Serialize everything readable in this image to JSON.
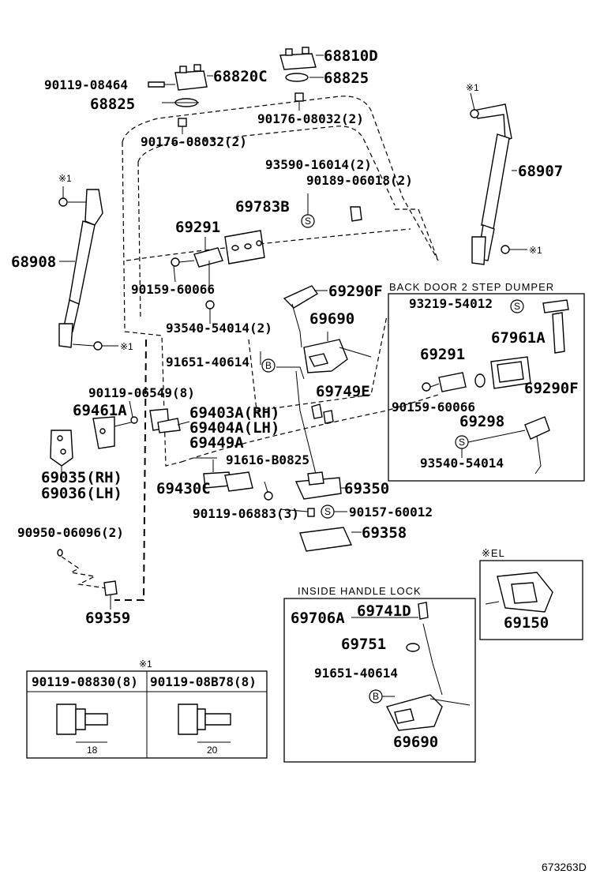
{
  "labels": {
    "p68810D": "68810D",
    "p68825a": "68825",
    "p68820C": "68820C",
    "p90119_08464": "90119-08464",
    "p68825b": "68825",
    "p90176_a": "90176-08032(2)",
    "p90176_b": "90176-08032(2)",
    "p93590": "93590-16014(2)",
    "p90189": "90189-06018(2)",
    "p68907": "68907",
    "p69783B": "69783B",
    "p69291a": "69291",
    "p68908": "68908",
    "p90159a": "90159-60066",
    "p69290Fa": "69290F",
    "p93540a": "93540-54014(2)",
    "p69690a": "69690",
    "p91651a": "91651-40614",
    "p69749E": "69749E",
    "p90119_06549": "90119-06549(8)",
    "p69461A": "69461A",
    "p69403A": "69403A(RH)",
    "p69404A": "69404A(LH)",
    "p69449A": "69449A",
    "p91616": "91616-B0825",
    "p69035": "69035(RH)",
    "p69036": "69036(LH)",
    "p69430C": "69430C",
    "p69350": "69350",
    "p90119_06883": "90119-06883(3)",
    "p90157": "90157-60012",
    "p90950": "90950-06096(2)",
    "p69358": "69358",
    "p69359": "69359",
    "p93219": "93219-54012",
    "p67961A": "67961A",
    "p69291b": "69291",
    "p69290Fb": "69290F",
    "p90159b": "90159-60066",
    "p69298": "69298",
    "p93540b": "93540-54014",
    "p69150": "69150",
    "p69706A": "69706A",
    "p69741D": "69741D",
    "p69751": "69751",
    "p91651b": "91651-40614",
    "p69690b": "69690",
    "star1a": "※1",
    "star1b": "※1",
    "star1c": "※1",
    "star1d": "※1",
    "star1e": "※1",
    "elMark": "※EL",
    "bolt1": "90119-08830(8)",
    "bolt2": "90119-08B78(8)",
    "dim1": "18",
    "dim2": "20",
    "code": "673263D"
  },
  "boxes": {
    "dumper_title": "BACK DOOR 2 STEP DUMPER",
    "lock_title": "INSIDE HANDLE LOCK"
  },
  "symbols": {
    "s": "S",
    "b": "B"
  }
}
